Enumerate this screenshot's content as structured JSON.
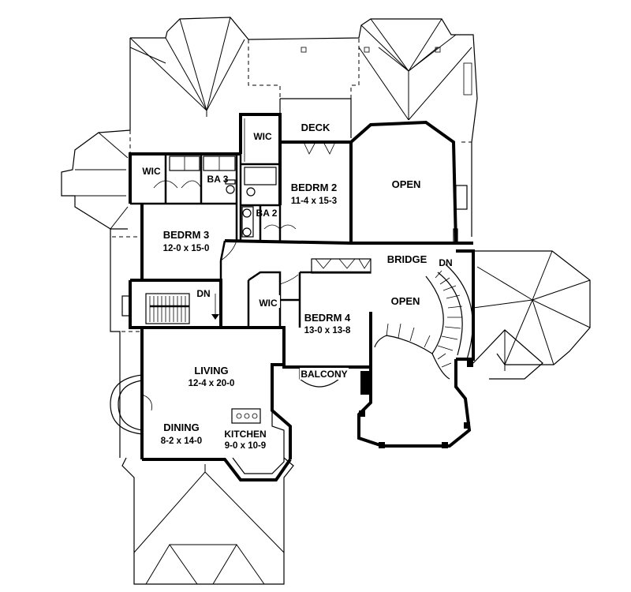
{
  "rooms": {
    "wic_left": {
      "name": "WIC"
    },
    "ba3": {
      "name": "BA 3"
    },
    "wic_top": {
      "name": "WIC"
    },
    "ba2": {
      "name": "BA 2"
    },
    "deck": {
      "name": "DECK"
    },
    "bedrm2": {
      "name": "BEDRM 2",
      "size": "11-4 x 15-3"
    },
    "open_top": {
      "name": "OPEN"
    },
    "bedrm3": {
      "name": "BEDRM 3",
      "size": "12-0 x 15-0"
    },
    "bridge": {
      "name": "BRIDGE"
    },
    "dn_stair_right": {
      "name": "DN"
    },
    "dn_stair_left": {
      "name": "DN"
    },
    "wic_mid": {
      "name": "WIC"
    },
    "bedrm4": {
      "name": "BEDRM 4",
      "size": "13-0 x 13-8"
    },
    "open_mid": {
      "name": "OPEN"
    },
    "balcony": {
      "name": "BALCONY"
    },
    "living": {
      "name": "LIVING",
      "size": "12-4 x 20-0"
    },
    "dining": {
      "name": "DINING",
      "size": "8-2 x 14-0"
    },
    "kitchen": {
      "name": "KITCHEN",
      "size": "9-0 x 10-9"
    }
  }
}
